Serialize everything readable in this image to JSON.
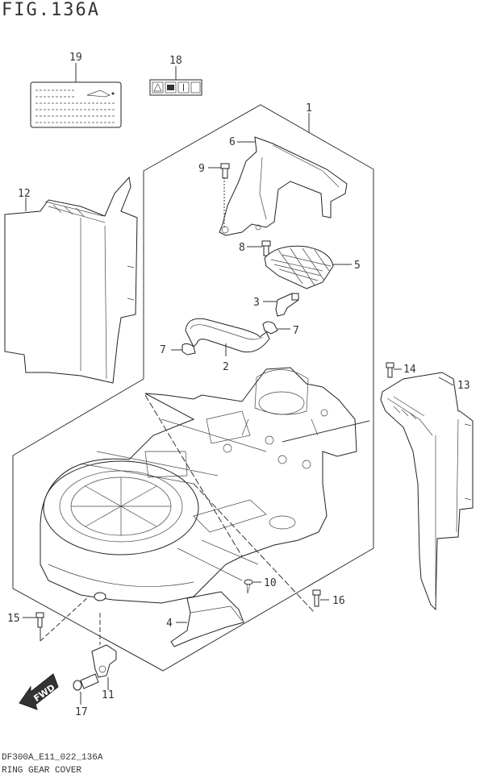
{
  "figure": {
    "title": "FIG.136A",
    "diagram_code": "DF300A_E11_022_136A",
    "diagram_name": "RING GEAR COVER"
  },
  "callouts": [
    {
      "id": "c1",
      "label": "1"
    },
    {
      "id": "c2",
      "label": "2"
    },
    {
      "id": "c3",
      "label": "3"
    },
    {
      "id": "c4",
      "label": "4"
    },
    {
      "id": "c5",
      "label": "5"
    },
    {
      "id": "c6",
      "label": "6"
    },
    {
      "id": "c7a",
      "label": "7"
    },
    {
      "id": "c7b",
      "label": "7"
    },
    {
      "id": "c8",
      "label": "8"
    },
    {
      "id": "c9",
      "label": "9"
    },
    {
      "id": "c10",
      "label": "10"
    },
    {
      "id": "c11",
      "label": "11"
    },
    {
      "id": "c12",
      "label": "12"
    },
    {
      "id": "c13",
      "label": "13"
    },
    {
      "id": "c14",
      "label": "14"
    },
    {
      "id": "c15",
      "label": "15"
    },
    {
      "id": "c16",
      "label": "16"
    },
    {
      "id": "c17",
      "label": "17"
    },
    {
      "id": "c18",
      "label": "18"
    },
    {
      "id": "c19",
      "label": "19"
    }
  ],
  "fwd_label": "FWD"
}
